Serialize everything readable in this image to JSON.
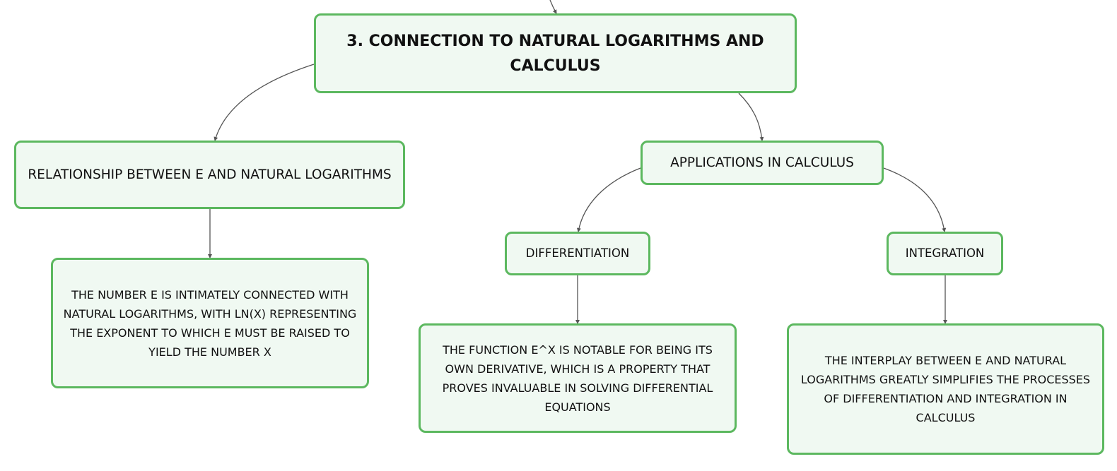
{
  "diagram": {
    "root": {
      "label": "3. CONNECTION TO NATURAL LOGARITHMS AND CALCULUS"
    },
    "relationship": {
      "label": "RELATIONSHIP BETWEEN E AND NATURAL LOGARITHMS",
      "detail": "THE NUMBER E IS INTIMATELY CONNECTED WITH NATURAL LOGARITHMS, WITH LN(X) REPRESENTING THE EXPONENT TO WHICH E MUST BE RAISED TO YIELD THE NUMBER X"
    },
    "applications": {
      "label": "APPLICATIONS IN CALCULUS",
      "differentiation": {
        "label": "DIFFERENTIATION",
        "detail": "THE FUNCTION E^X IS NOTABLE FOR BEING ITS OWN DERIVATIVE, WHICH IS A PROPERTY THAT PROVES INVALUABLE IN SOLVING DIFFERENTIAL EQUATIONS"
      },
      "integration": {
        "label": "INTEGRATION",
        "detail": "THE INTERPLAY BETWEEN E AND NATURAL LOGARITHMS GREATLY SIMPLIFIES THE PROCESSES OF DIFFERENTIATION AND INTEGRATION IN CALCULUS"
      }
    },
    "colors": {
      "node_border": "#5cb85f",
      "node_fill": "#f0f9f2",
      "connector": "#555555",
      "text": "#111111"
    }
  }
}
